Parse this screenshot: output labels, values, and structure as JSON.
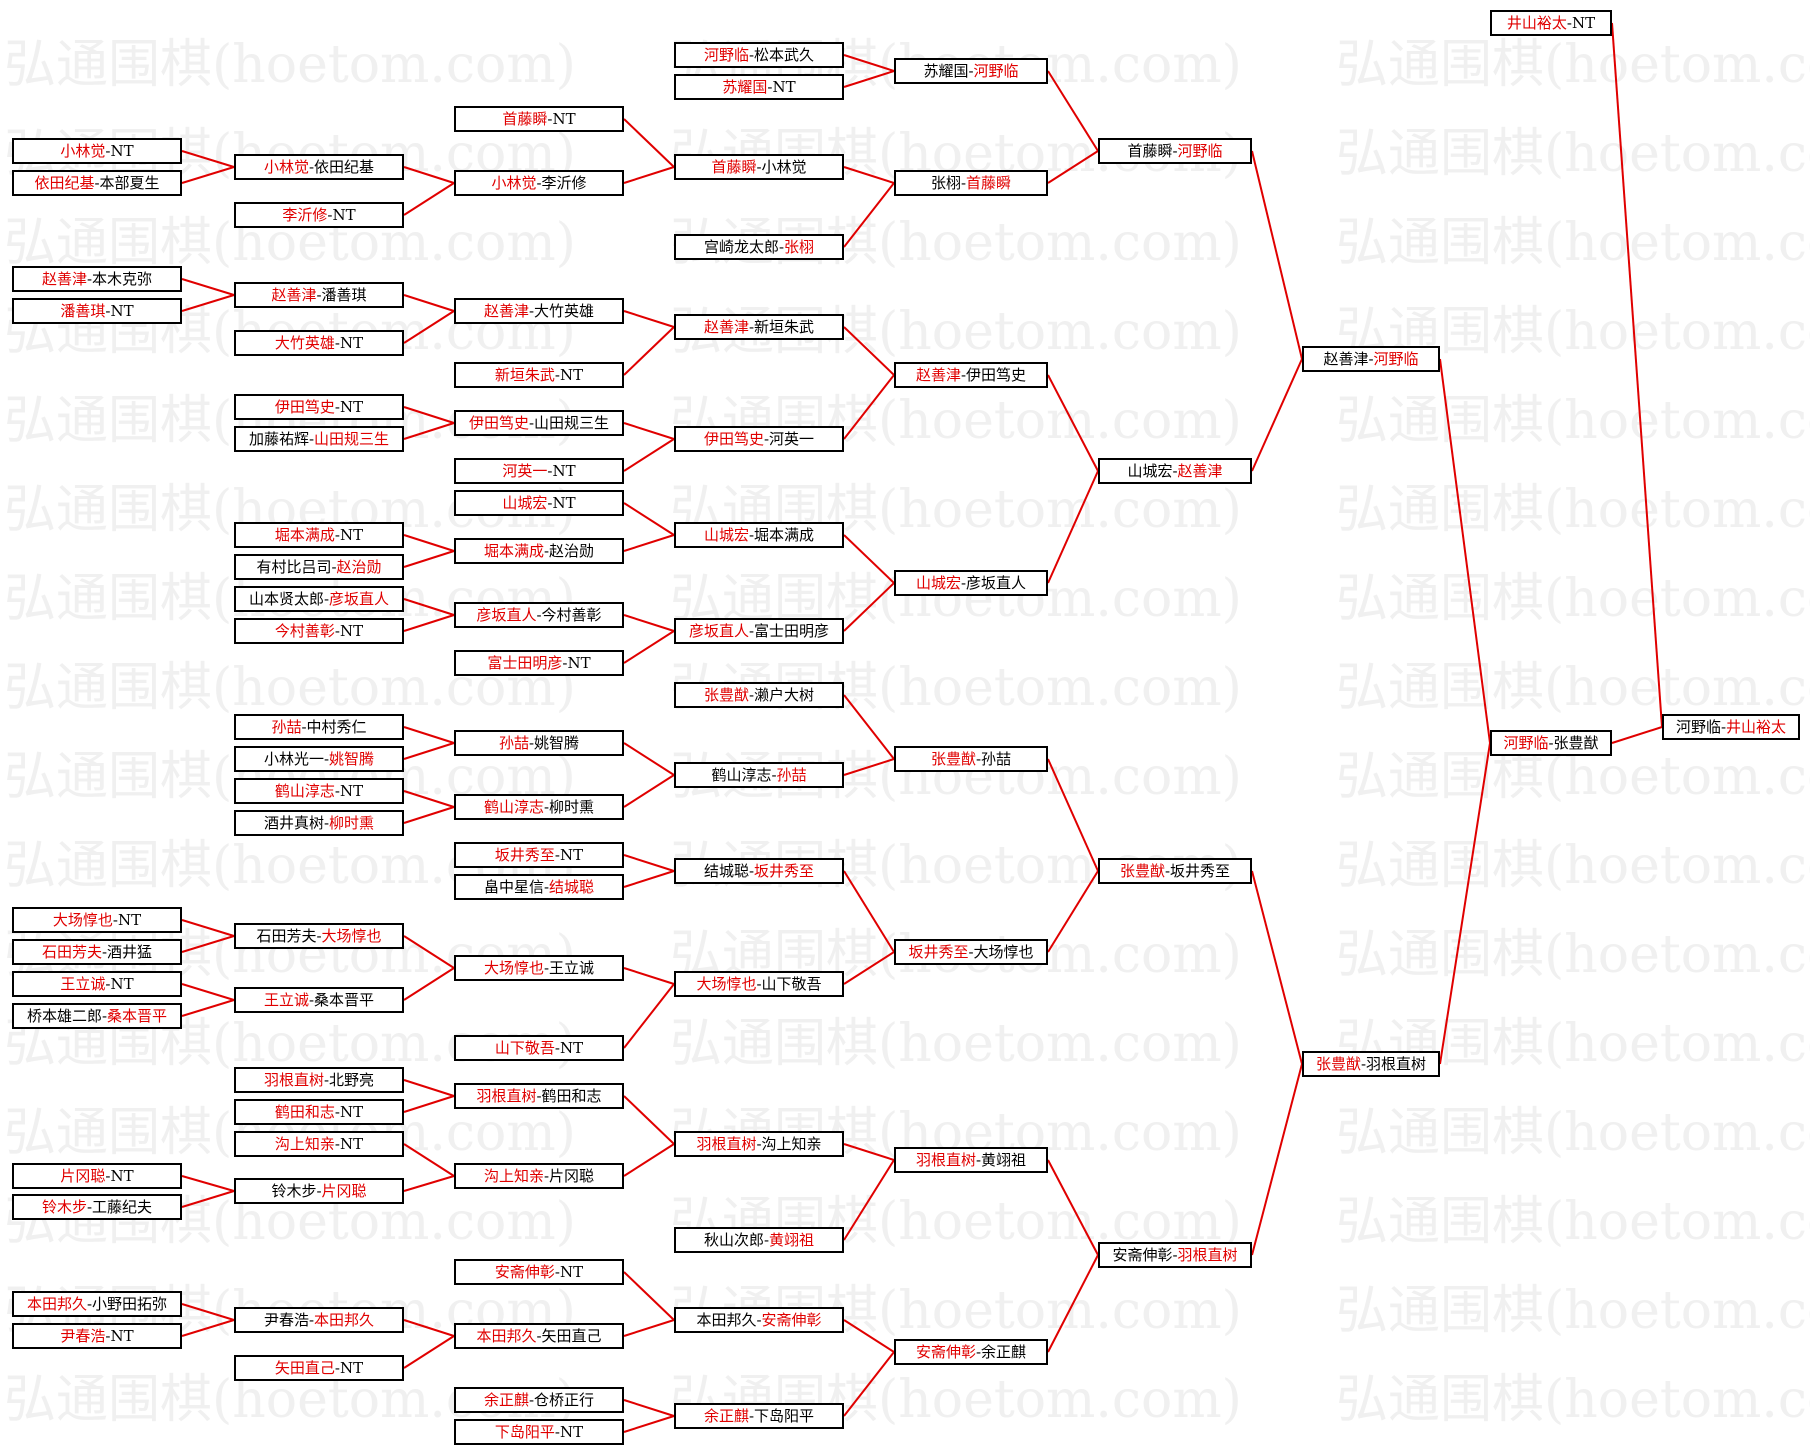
{
  "watermark": "弘通围棋(hoetom.com)",
  "colors": {
    "winner": "#e00000",
    "line": "#e00000",
    "border": "#000000"
  },
  "matches": [
    {
      "id": "r1_1",
      "a": "小林觉",
      "b": "NT",
      "w": "a"
    },
    {
      "id": "r1_2",
      "a": "依田纪基",
      "b": "本部夏生",
      "w": "a"
    },
    {
      "id": "r1_3",
      "a": "赵善津",
      "b": "本木克弥",
      "w": "a"
    },
    {
      "id": "r1_4",
      "a": "潘善琪",
      "b": "NT",
      "w": "a"
    },
    {
      "id": "r1_5",
      "a": "大场惇也",
      "b": "NT",
      "w": "a"
    },
    {
      "id": "r1_6",
      "a": "石田芳夫",
      "b": "酒井猛",
      "w": "a"
    },
    {
      "id": "r1_7",
      "a": "王立诚",
      "b": "NT",
      "w": "a"
    },
    {
      "id": "r1_8",
      "a": "桥本雄二郎",
      "b": "桑本晋平",
      "w": "b"
    },
    {
      "id": "r1_9",
      "a": "片冈聪",
      "b": "NT",
      "w": "a"
    },
    {
      "id": "r1_10",
      "a": "铃木步",
      "b": "工藤纪夫",
      "w": "a"
    },
    {
      "id": "r1_11",
      "a": "本田邦久",
      "b": "小野田拓弥",
      "w": "a"
    },
    {
      "id": "r1_12",
      "a": "尹春浩",
      "b": "NT",
      "w": "a"
    },
    {
      "id": "r2_1",
      "a": "小林觉",
      "b": "依田纪基",
      "w": "a"
    },
    {
      "id": "r2_2",
      "a": "李沂修",
      "b": "NT",
      "w": "a"
    },
    {
      "id": "r2_3",
      "a": "赵善津",
      "b": "潘善琪",
      "w": "a"
    },
    {
      "id": "r2_4",
      "a": "大竹英雄",
      "b": "NT",
      "w": "a"
    },
    {
      "id": "r2_5",
      "a": "伊田笃史",
      "b": "NT",
      "w": "a"
    },
    {
      "id": "r2_6",
      "a": "加藤祐辉",
      "b": "山田规三生",
      "w": "b"
    },
    {
      "id": "r2_7",
      "a": "堀本满成",
      "b": "NT",
      "w": "a"
    },
    {
      "id": "r2_8",
      "a": "有村比吕司",
      "b": "赵治勋",
      "w": "b"
    },
    {
      "id": "r2_9",
      "a": "山本贤太郎",
      "b": "彦坂直人",
      "w": "b"
    },
    {
      "id": "r2_10",
      "a": "今村善彰",
      "b": "NT",
      "w": "a"
    },
    {
      "id": "r2_11",
      "a": "孙喆",
      "b": "中村秀仁",
      "w": "a"
    },
    {
      "id": "r2_12",
      "a": "小林光一",
      "b": "姚智腾",
      "w": "b"
    },
    {
      "id": "r2_13",
      "a": "鹤山淳志",
      "b": "NT",
      "w": "a"
    },
    {
      "id": "r2_14",
      "a": "酒井真树",
      "b": "柳时熏",
      "w": "b"
    },
    {
      "id": "r2_15",
      "a": "石田芳夫",
      "b": "大场惇也",
      "w": "b"
    },
    {
      "id": "r2_16",
      "a": "王立诚",
      "b": "桑本晋平",
      "w": "a"
    },
    {
      "id": "r2_17",
      "a": "羽根直树",
      "b": "北野亮",
      "w": "a"
    },
    {
      "id": "r2_18",
      "a": "鹤田和志",
      "b": "NT",
      "w": "a"
    },
    {
      "id": "r2_19",
      "a": "沟上知亲",
      "b": "NT",
      "w": "a"
    },
    {
      "id": "r2_20",
      "a": "铃木步",
      "b": "片冈聪",
      "w": "b"
    },
    {
      "id": "r2_21",
      "a": "尹春浩",
      "b": "本田邦久",
      "w": "b"
    },
    {
      "id": "r2_22",
      "a": "矢田直己",
      "b": "NT",
      "w": "a"
    },
    {
      "id": "r3_1",
      "a": "首藤瞬",
      "b": "NT",
      "w": "a"
    },
    {
      "id": "r3_2",
      "a": "小林觉",
      "b": "李沂修",
      "w": "a"
    },
    {
      "id": "r3_3",
      "a": "赵善津",
      "b": "大竹英雄",
      "w": "a"
    },
    {
      "id": "r3_4",
      "a": "新垣朱武",
      "b": "NT",
      "w": "a"
    },
    {
      "id": "r3_5",
      "a": "伊田笃史",
      "b": "山田规三生",
      "w": "a"
    },
    {
      "id": "r3_6",
      "a": "河英一",
      "b": "NT",
      "w": "a"
    },
    {
      "id": "r3_7",
      "a": "山城宏",
      "b": "NT",
      "w": "a"
    },
    {
      "id": "r3_8",
      "a": "堀本满成",
      "b": "赵治勋",
      "w": "a"
    },
    {
      "id": "r3_9",
      "a": "彦坂直人",
      "b": "今村善彰",
      "w": "a"
    },
    {
      "id": "r3_10",
      "a": "富士田明彦",
      "b": "NT",
      "w": "a"
    },
    {
      "id": "r3_11",
      "a": "孙喆",
      "b": "姚智腾",
      "w": "a"
    },
    {
      "id": "r3_12",
      "a": "鹤山淳志",
      "b": "柳时熏",
      "w": "a"
    },
    {
      "id": "r3_13",
      "a": "坂井秀至",
      "b": "NT",
      "w": "a"
    },
    {
      "id": "r3_14",
      "a": "畠中星信",
      "b": "结城聪",
      "w": "b"
    },
    {
      "id": "r3_15",
      "a": "大场惇也",
      "b": "王立诚",
      "w": "a"
    },
    {
      "id": "r3_16",
      "a": "山下敬吾",
      "b": "NT",
      "w": "a"
    },
    {
      "id": "r3_17",
      "a": "羽根直树",
      "b": "鹤田和志",
      "w": "a"
    },
    {
      "id": "r3_18",
      "a": "沟上知亲",
      "b": "片冈聪",
      "w": "a"
    },
    {
      "id": "r3_19",
      "a": "安斋伸彰",
      "b": "NT",
      "w": "a"
    },
    {
      "id": "r3_20",
      "a": "本田邦久",
      "b": "矢田直己",
      "w": "a"
    },
    {
      "id": "r3_21",
      "a": "余正麒",
      "b": "仓桥正行",
      "w": "a"
    },
    {
      "id": "r3_22",
      "a": "下岛阳平",
      "b": "NT",
      "w": "a"
    },
    {
      "id": "r4_1",
      "a": "河野临",
      "b": "松本武久",
      "w": "a"
    },
    {
      "id": "r4_2",
      "a": "苏耀国",
      "b": "NT",
      "w": "a"
    },
    {
      "id": "r4_3",
      "a": "首藤瞬",
      "b": "小林觉",
      "w": "a"
    },
    {
      "id": "r4_4",
      "a": "宫崎龙太郎",
      "b": "张栩",
      "w": "b"
    },
    {
      "id": "r4_5",
      "a": "赵善津",
      "b": "新垣朱武",
      "w": "a"
    },
    {
      "id": "r4_6",
      "a": "伊田笃史",
      "b": "河英一",
      "w": "a"
    },
    {
      "id": "r4_7",
      "a": "山城宏",
      "b": "堀本满成",
      "w": "a"
    },
    {
      "id": "r4_8",
      "a": "彦坂直人",
      "b": "富士田明彦",
      "w": "a"
    },
    {
      "id": "r4_9",
      "a": "张豊猷",
      "b": "濑户大树",
      "w": "a"
    },
    {
      "id": "r4_10",
      "a": "鹤山淳志",
      "b": "孙喆",
      "w": "b"
    },
    {
      "id": "r4_11",
      "a": "结城聪",
      "b": "坂井秀至",
      "w": "b"
    },
    {
      "id": "r4_12",
      "a": "大场惇也",
      "b": "山下敬吾",
      "w": "a"
    },
    {
      "id": "r4_13",
      "a": "羽根直树",
      "b": "沟上知亲",
      "w": "a"
    },
    {
      "id": "r4_14",
      "a": "秋山次郎",
      "b": "黄翊祖",
      "w": "b"
    },
    {
      "id": "r4_15",
      "a": "本田邦久",
      "b": "安斋伸彰",
      "w": "b"
    },
    {
      "id": "r4_16",
      "a": "余正麒",
      "b": "下岛阳平",
      "w": "a"
    },
    {
      "id": "r5_1",
      "a": "苏耀国",
      "b": "河野临",
      "w": "b"
    },
    {
      "id": "r5_2",
      "a": "张栩",
      "b": "首藤瞬",
      "w": "b"
    },
    {
      "id": "r5_3",
      "a": "赵善津",
      "b": "伊田笃史",
      "w": "a"
    },
    {
      "id": "r5_4",
      "a": "山城宏",
      "b": "彦坂直人",
      "w": "a"
    },
    {
      "id": "r5_5",
      "a": "张豊猷",
      "b": "孙喆",
      "w": "a"
    },
    {
      "id": "r5_6",
      "a": "坂井秀至",
      "b": "大场惇也",
      "w": "a"
    },
    {
      "id": "r5_7",
      "a": "羽根直树",
      "b": "黄翊祖",
      "w": "a"
    },
    {
      "id": "r5_8",
      "a": "安斋伸彰",
      "b": "余正麒",
      "w": "a"
    },
    {
      "id": "r6_1",
      "a": "首藤瞬",
      "b": "河野临",
      "w": "b"
    },
    {
      "id": "r6_2",
      "a": "山城宏",
      "b": "赵善津",
      "w": "b"
    },
    {
      "id": "r6_3",
      "a": "张豊猷",
      "b": "坂井秀至",
      "w": "a"
    },
    {
      "id": "r6_4",
      "a": "安斋伸彰",
      "b": "羽根直树",
      "w": "b"
    },
    {
      "id": "r7_1",
      "a": "赵善津",
      "b": "河野临",
      "w": "b"
    },
    {
      "id": "r7_2",
      "a": "张豊猷",
      "b": "羽根直树",
      "w": "a"
    },
    {
      "id": "r8_1",
      "a": "河野临",
      "b": "张豊猷",
      "w": "a"
    },
    {
      "id": "r8_0",
      "a": "井山裕太",
      "b": "NT",
      "w": "a"
    },
    {
      "id": "final",
      "a": "河野临",
      "b": "井山裕太",
      "w": "b"
    }
  ]
}
